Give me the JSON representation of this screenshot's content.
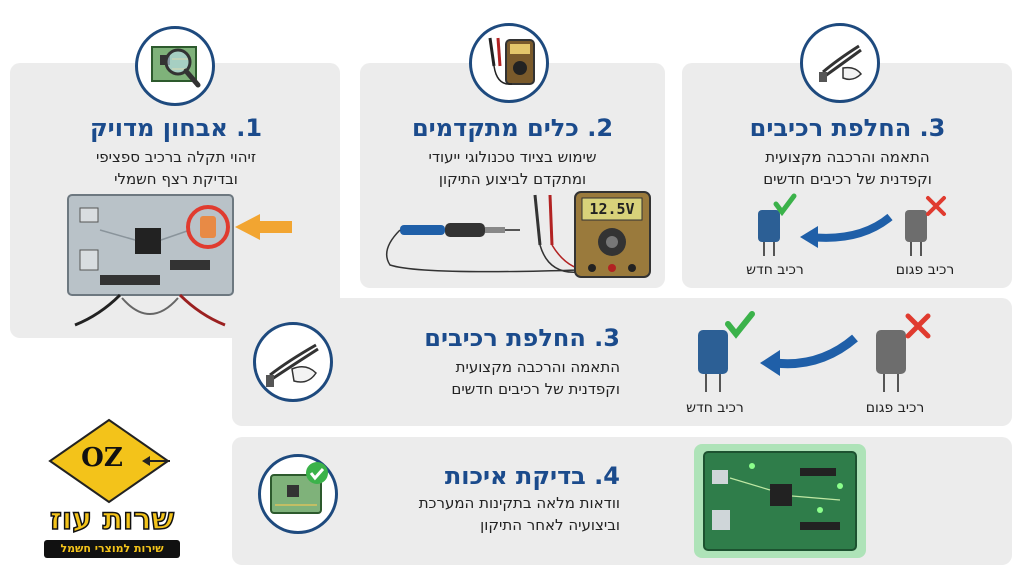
{
  "steps": [
    {
      "title": "1. אבחון מדויק",
      "lines": [
        "זיהוי תקלה ברכיב ספציפי",
        "ובדיקת רצף חשמלי"
      ]
    },
    {
      "title": "2. כלים מתקדמים",
      "lines": [
        "שימוש בציוד טכנולוגי ייעודי",
        "ומתקדם לביצוע התיקון"
      ],
      "meter_reading": "12.5V"
    },
    {
      "title": "3. החלפת רכיבים",
      "lines": [
        "התאמה והרכבה מקצועית",
        "וקפדנית של רכיבים חדשים"
      ],
      "old_label": "רכיב פגום",
      "new_label": "רכיב חדש"
    },
    {
      "title": "3. החלפת רכיבים",
      "lines": [
        "התאמה והרכבה מקצועית",
        "וקפדנית של רכיבים חדשים"
      ],
      "old_label": "רכיב פגום",
      "new_label": "רכיב חדש"
    },
    {
      "title": "4. בדיקת איכות",
      "lines": [
        "וודאות מלאה בתקינות המערכת",
        "וביצועיה לאחר התיקון"
      ]
    }
  ],
  "logo": {
    "mark": "OZ",
    "name": "שרות עוז",
    "tagline": "שירות למוצרי חשמל"
  },
  "colors": {
    "title_blue": "#1b4b8c",
    "card_bg": "#ececec",
    "check_green": "#3bb24a",
    "cross_red": "#e03b2f",
    "arrow_blue": "#1f5fa8",
    "arrow_orange": "#f2a531",
    "logo_yellow": "#f3c31a"
  }
}
